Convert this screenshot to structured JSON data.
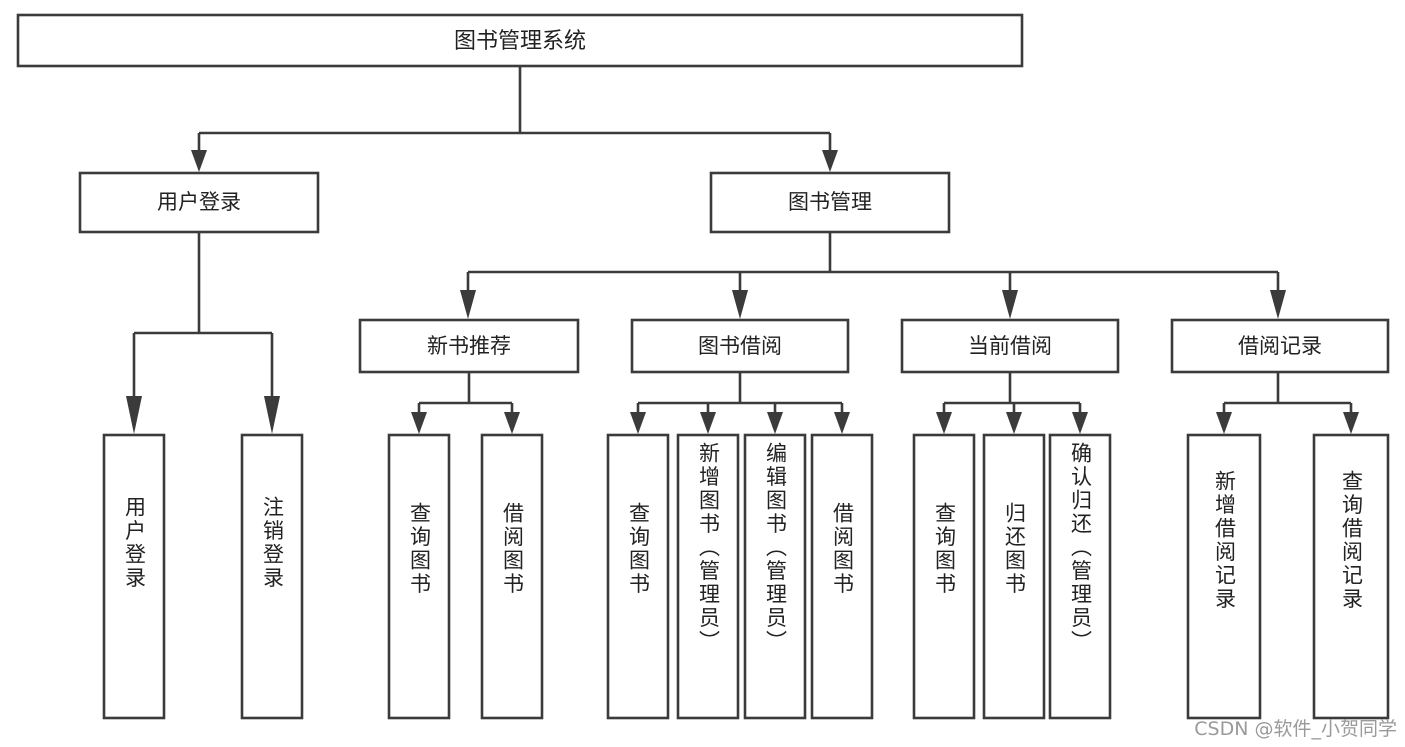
{
  "diagram": {
    "type": "tree-hierarchy",
    "title": "图书管理系统",
    "watermark": "CSDN @软件_小贺同学",
    "colors": {
      "stroke": "#3b3b3b",
      "fill": "#ffffff",
      "text": "#222222",
      "watermark": "#9a9a9a",
      "background": "#ffffff"
    },
    "root": {
      "label": "图书管理系统"
    },
    "level1": [
      {
        "label": "用户登录"
      },
      {
        "label": "图书管理"
      }
    ],
    "level2": [
      {
        "label": "新书推荐"
      },
      {
        "label": "图书借阅"
      },
      {
        "label": "当前借阅"
      },
      {
        "label": "借阅记录"
      }
    ],
    "leaves": {
      "user_login": [
        {
          "label": "用户登录"
        },
        {
          "label": "注销登录"
        }
      ],
      "new_book_recommend": [
        {
          "label": "查询图书"
        },
        {
          "label": "借阅图书"
        }
      ],
      "book_borrow": [
        {
          "label": "查询图书"
        },
        {
          "label": "新增图书（管理员）"
        },
        {
          "label": "编辑图书（管理员）"
        },
        {
          "label": "借阅图书"
        }
      ],
      "current_borrow": [
        {
          "label": "查询图书"
        },
        {
          "label": "归还图书"
        },
        {
          "label": "确认归还（管理员）"
        }
      ],
      "borrow_record": [
        {
          "label": "新增借阅记录"
        },
        {
          "label": "查询借阅记录"
        }
      ]
    }
  }
}
